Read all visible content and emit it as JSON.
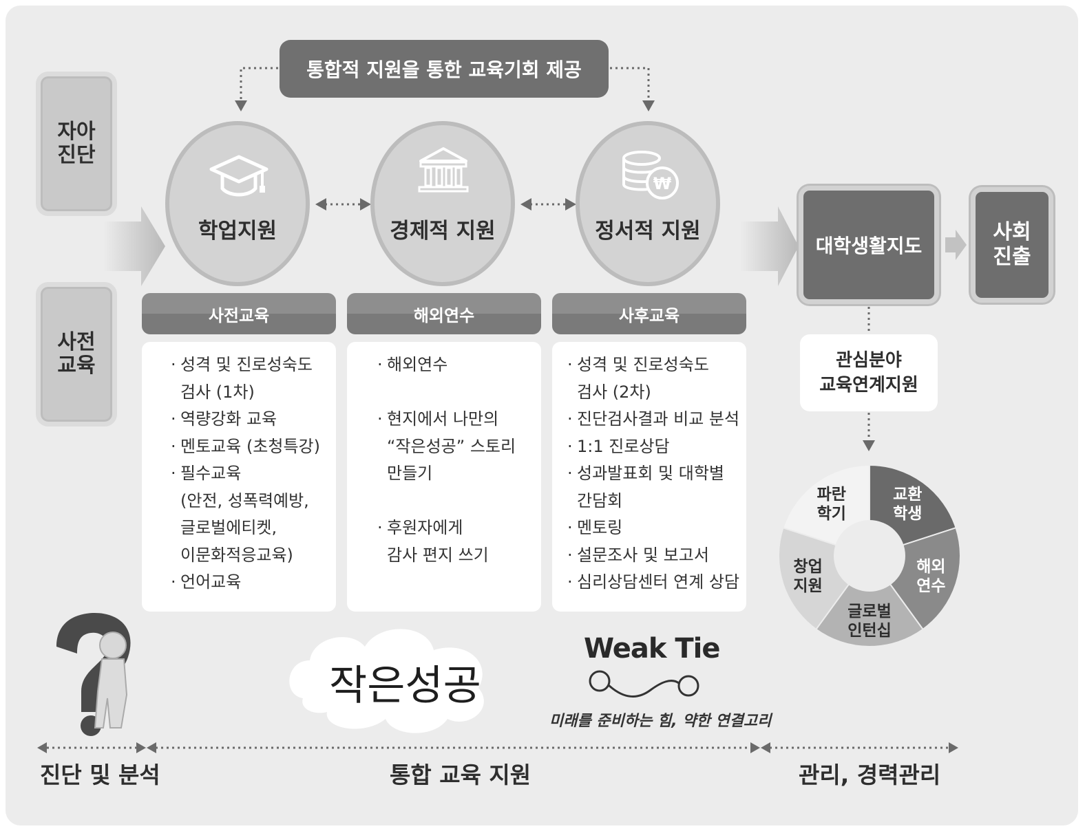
{
  "top_banner": "통합적 지원을 통한 교육기회 제공",
  "left_boxes": [
    "자아\n진단",
    "사전\n교육"
  ],
  "supports": [
    {
      "title": "학업지원",
      "icon": "graduation-cap-icon",
      "header": "사전교육",
      "items": [
        {
          "text": "성격 및 진로성숙도\n검사 (1차)"
        },
        {
          "text": "역량강화 교육"
        },
        {
          "text": "멘토교육 (초청특강)"
        },
        {
          "text": "필수교육\n(안전, 성폭력예방,\n글로벌에티켓,\n이문화적응교육)"
        },
        {
          "text": "언어교육"
        }
      ]
    },
    {
      "title": "경제적 지원",
      "icon": "bank-building-icon",
      "header": "해외연수",
      "items": [
        {
          "text": "해외연수"
        },
        {
          "text": "현지에서 나만의\n“작은성공” 스토리\n만들기",
          "gap": true
        },
        {
          "text": "후원자에게\n감사 편지 쓰기",
          "gap": true
        }
      ]
    },
    {
      "title": "정서적 지원",
      "icon": "coins-won-icon",
      "header": "사후교육",
      "items": [
        {
          "text": "성격 및 진로성숙도\n검사 (2차)"
        },
        {
          "text": "진단검사결과 비교 분석"
        },
        {
          "text": "1:1 진로상담"
        },
        {
          "text": "성과발표회 및 대학별\n간담회"
        },
        {
          "text": "멘토링"
        },
        {
          "text": "설문조사 및 보고서"
        },
        {
          "text": "심리상담센터 연계 상담"
        }
      ]
    }
  ],
  "guidance_box": "대학생활지도",
  "society_box": "사회\n진출",
  "interest_box": "관심분야\n교육연계지원",
  "donut": {
    "segments": [
      {
        "label": "교환\n학생",
        "color": "#6a6a6a",
        "text_color": "#ffffff"
      },
      {
        "label": "해외\n연수",
        "color": "#8a8a8a",
        "text_color": "#ffffff"
      },
      {
        "label": "글로벌\n인턴십",
        "color": "#b3b3b3",
        "text_color": "#2e2e2e"
      },
      {
        "label": "창업\n지원",
        "color": "#d6d6d6",
        "text_color": "#2e2e2e"
      },
      {
        "label": "파란\n학기",
        "color": "#f3f3f3",
        "text_color": "#2e2e2e"
      }
    ]
  },
  "small_success": "작은성공",
  "weak_tie": {
    "title": "Weak Tie",
    "subtitle": "미래를 준비하는 힘, 약한 연결고리"
  },
  "phases": [
    "진단 및 분석",
    "통합 교육 지원",
    "관리, 경력관리"
  ]
}
